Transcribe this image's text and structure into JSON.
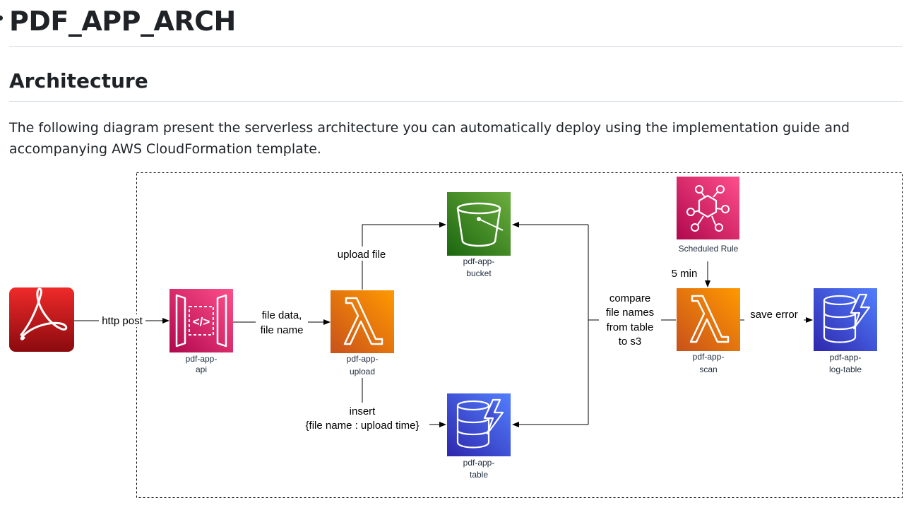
{
  "page": {
    "title": "PDF_APP_ARCH",
    "section_heading": "Architecture",
    "description": "The following diagram present the serverless architecture you can automatically deploy using the implementation guide and accompanying AWS CloudFormation template."
  },
  "diagram": {
    "nodes": {
      "pdf_client": {
        "icon": "adobe-acrobat-icon",
        "color": "#c8161d"
      },
      "api": {
        "icon": "api-gateway-icon",
        "label_l1": "pdf-app-",
        "label_l2": "api",
        "color": "#e7157b"
      },
      "upload": {
        "icon": "lambda-icon",
        "label_l1": "pdf-app-",
        "label_l2": "upload",
        "color": "#ed7100"
      },
      "bucket": {
        "icon": "s3-bucket-icon",
        "label_l1": "pdf-app-",
        "label_l2": "bucket",
        "color": "#3f8624"
      },
      "table": {
        "icon": "dynamodb-icon",
        "label_l1": "pdf-app-",
        "label_l2": "table",
        "color": "#3b48cc"
      },
      "scheduled_rule": {
        "icon": "eventbridge-icon",
        "label": "Scheduled Rule",
        "color": "#e7157b"
      },
      "scan": {
        "icon": "lambda-icon",
        "label_l1": "pdf-app-",
        "label_l2": "scan",
        "color": "#ed7100"
      },
      "log_table": {
        "icon": "dynamodb-icon",
        "label_l1": "pdf-app-",
        "label_l2": "log-table",
        "color": "#3b48cc"
      }
    },
    "edges": {
      "http_post": "http post",
      "file_data_l1": "file data,",
      "file_data_l2": "file name",
      "upload_file": "upload file",
      "insert_l1": "insert",
      "insert_l2": "{file name : upload time}",
      "compare_l1": "compare",
      "compare_l2": "file names",
      "compare_l3": "from table",
      "compare_l4": "to s3",
      "five_min": "5 min",
      "save_error": "save error"
    }
  }
}
